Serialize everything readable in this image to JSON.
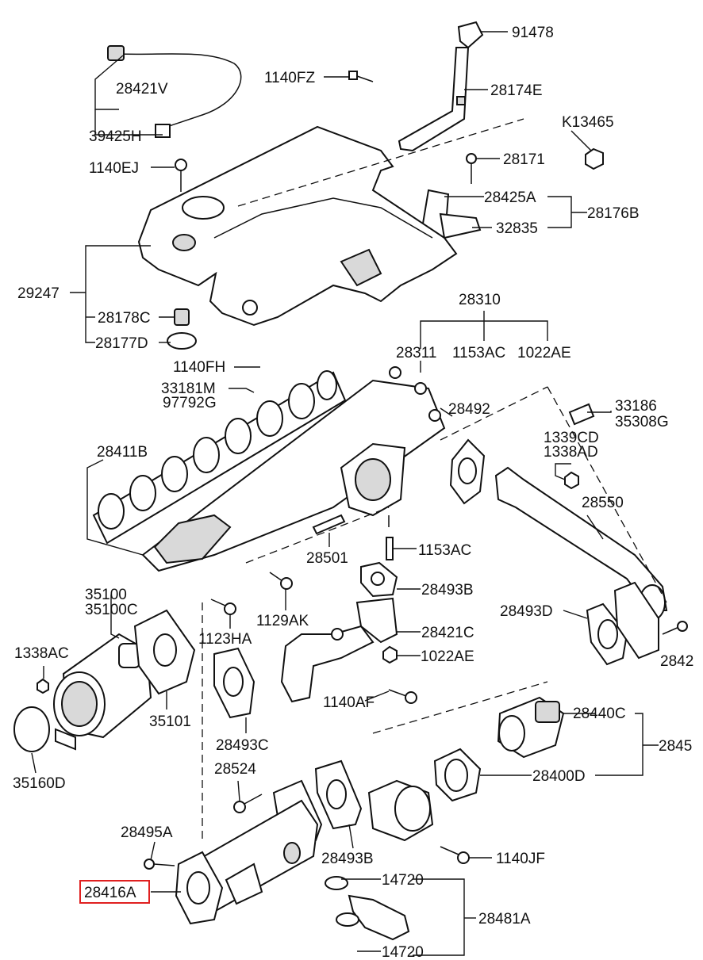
{
  "highlighted_part": "28416A",
  "colors": {
    "highlight": "#e02020",
    "line": "#111111",
    "shade": "#d9d9d9"
  },
  "labels": {
    "l91478": "91478",
    "l28421V": "28421V",
    "l1140FZ": "1140FZ",
    "l28174E": "28174E",
    "lK13465": "K13465",
    "l39425H": "39425H",
    "l1140EJ": "1140EJ",
    "l28171": "28171",
    "l28425A": "28425A",
    "l28176B": "28176B",
    "l32835": "32835",
    "l29247": "29247",
    "l28178C": "28178C",
    "l28177D": "28177D",
    "l28310": "28310",
    "l28311": "28311",
    "l1153AC_top": "1153AC",
    "l1022AE_top": "1022AE",
    "l1140FH": "1140FH",
    "l33181M": "33181M",
    "l97792G": "97792G",
    "l28492": "28492",
    "l33186": "33186",
    "l35308G": "35308G",
    "l1339CD": "1339CD",
    "l1338AD": "1338AD",
    "l28411B": "28411B",
    "l28550": "28550",
    "l28501": "28501",
    "l1153AC_mid": "1153AC",
    "l28493B_top": "28493B",
    "l35100": "35100",
    "l35100C": "35100C",
    "l1129AK": "1129AK",
    "l28493D": "28493D",
    "l1123HA": "1123HA",
    "l28421C": "28421C",
    "l1338AC": "1338AC",
    "l1022AE_mid": "1022AE",
    "l2842x": "2842",
    "l35101": "35101",
    "l1140AF": "1140AF",
    "l28493C": "28493C",
    "l28440C": "28440C",
    "l2845x": "2845",
    "l28524": "28524",
    "l35160D": "35160D",
    "l28400D": "28400D",
    "l28495A": "28495A",
    "l28493B_bot": "28493B",
    "l1140JF": "1140JF",
    "l14720_top": "14720",
    "l28416A": "28416A",
    "l28481A": "28481A",
    "l14720_bot": "14720"
  }
}
